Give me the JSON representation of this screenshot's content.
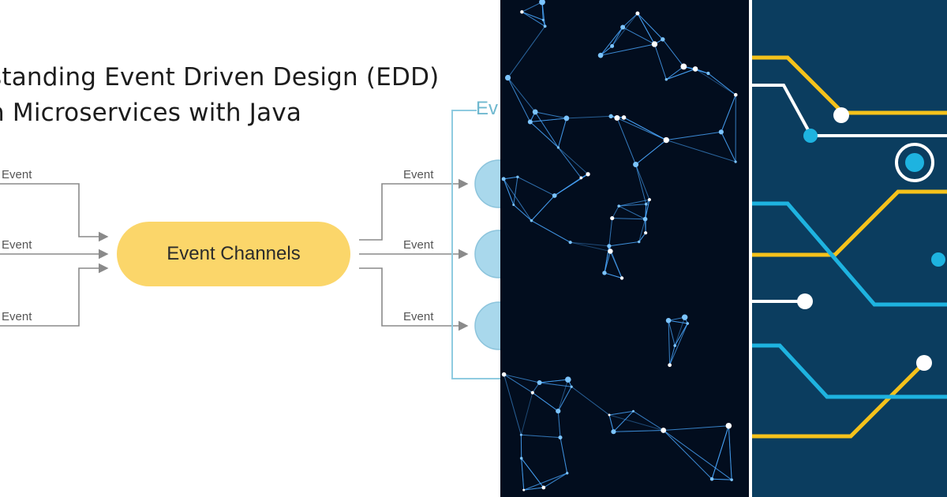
{
  "diagram": {
    "title_line1": "standing Event Driven Design (EDD)",
    "title_line2": "n Microservices with Java",
    "channel_label": "Event Channels",
    "input_events": [
      "Event",
      "Event",
      "Event"
    ],
    "output_events": [
      "Event",
      "Event",
      "Event"
    ],
    "consumer_group_label": "Ev",
    "colors": {
      "channel_fill": "#fbd66a",
      "arrow": "#8a8a8a",
      "consumer": "#a9d8ec",
      "bracket": "#8fcbe0"
    }
  },
  "panels": {
    "network_bg": "#020d1e",
    "network_line": "#4aa8ff",
    "circuit_bg": "#0b3d5f",
    "circuit_yellow": "#f5c21b",
    "circuit_cyan": "#1eb3e0",
    "circuit_white": "#ffffff"
  }
}
